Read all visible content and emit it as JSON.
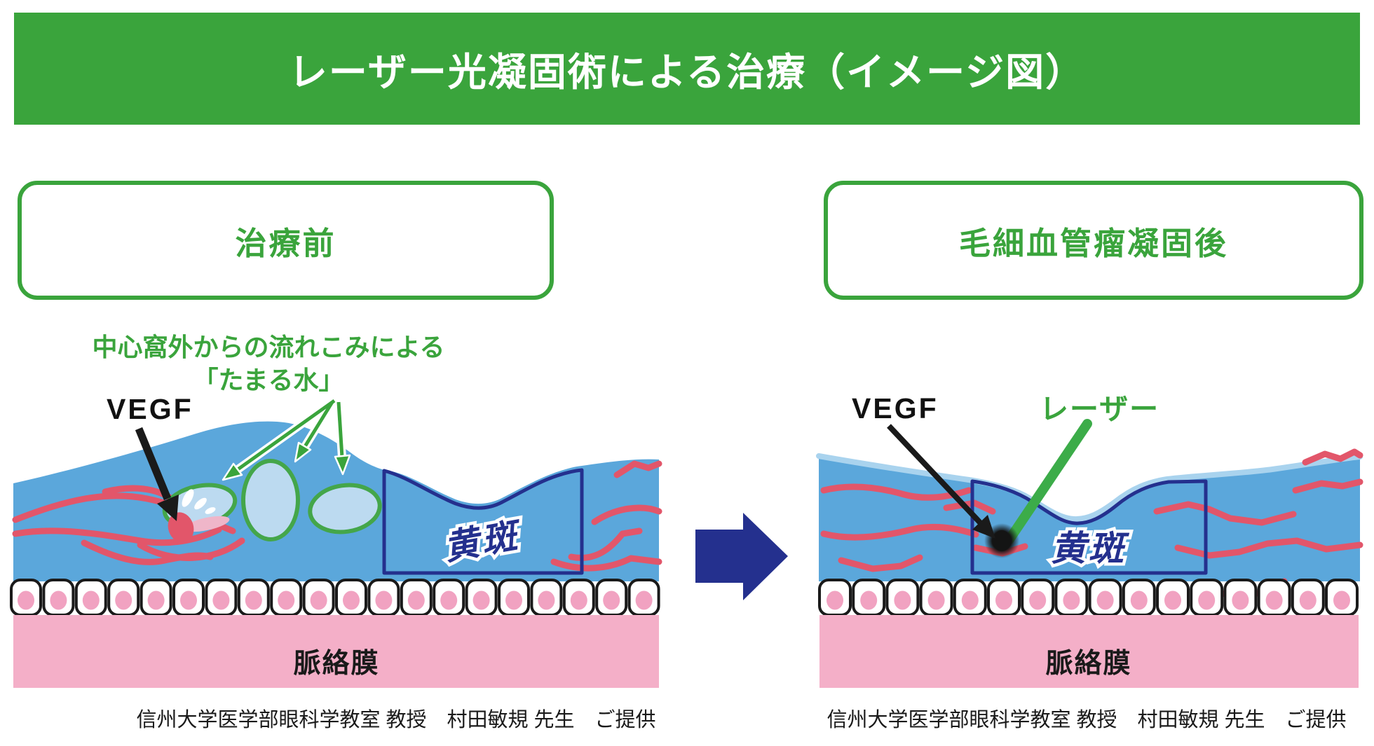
{
  "header": {
    "title": "レーザー光凝固術による治療（イメージ図）"
  },
  "left_panel": {
    "label": "治療前",
    "annotation": {
      "line1": "中心窩外からの流れこみによる",
      "line2": "「たまる水」"
    },
    "vegf_label": "VEGF",
    "macula_label": "黄斑",
    "choroid_label": "脈絡膜",
    "credit": "信州大学医学部眼科学教室 教授　村田敏規 先生　ご提供"
  },
  "right_panel": {
    "label": "毛細血管瘤凝固後",
    "vegf_label": "VEGF",
    "laser_label": "レーザー",
    "macula_label": "黄斑",
    "choroid_label": "脈絡膜",
    "credit": "信州大学医学部眼科学教室 教授　村田敏規 先生　ご提供"
  },
  "colors": {
    "green": "#3aa43c",
    "laser_green": "#3cac49",
    "navy": "#24308e",
    "retina_blue": "#5ba7db",
    "retina_rim_blue": "#a9d3ee",
    "fluid_blue": "#bcdaf0",
    "fluid_border_green": "#44a64a",
    "vessel_red": "#e2566a",
    "choroid_pink": "#f4afc8",
    "nucleus_pink": "#f1a2c1",
    "ink_black": "#1a1a1a"
  }
}
